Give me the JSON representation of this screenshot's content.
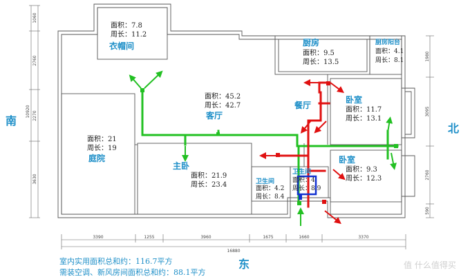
{
  "compass": {
    "south": "南",
    "north": "北",
    "east": "东"
  },
  "rooms": {
    "cloakroom": {
      "name": "衣帽间",
      "area": "面积：7.8",
      "perimeter": "周长：11.2"
    },
    "kitchen": {
      "name": "厨房",
      "area": "面积：9.5",
      "perimeter": "周长：13.5"
    },
    "kitchen_balcony": {
      "name": "厨房阳台",
      "area": "面积：4.1",
      "perimeter": "周长：8.1"
    },
    "living": {
      "name": "客厅",
      "area": "面积：45.2",
      "perimeter": "周长：42.7"
    },
    "dining": {
      "name": "餐厅"
    },
    "bedroom_top": {
      "name": "卧室",
      "area": "面积：11.7",
      "perimeter": "周长：13.1"
    },
    "garden": {
      "name": "庭院",
      "area": "面积：21",
      "perimeter": "周长：19"
    },
    "master": {
      "name": "主卧",
      "area": "面积：21.9",
      "perimeter": "周长：23.4"
    },
    "bath1": {
      "name": "卫生间",
      "area": "面积：4.2",
      "perimeter": "周长：8.4"
    },
    "bath2": {
      "name": "卫生间",
      "area": "面积：4",
      "perimeter": "周长：8.9"
    },
    "bedroom_bottom": {
      "name": "卧室",
      "area": "面积：9.3",
      "perimeter": "周长：12.3"
    }
  },
  "dimensions": {
    "bottom": [
      "3390",
      "1255",
      "3960",
      "1675",
      "1660",
      "3370"
    ],
    "total": "16880",
    "left": [
      "1060",
      "2760",
      "2270",
      "3630"
    ],
    "left_total": "10920",
    "right": [
      "1980",
      "3095",
      "2760",
      "590"
    ]
  },
  "footer": {
    "line1": "室内实用面积总和约：116.7平方",
    "line2": "需装空调、新风房间面积总和约：88.1平方"
  },
  "watermark": "值 什么值得买"
}
